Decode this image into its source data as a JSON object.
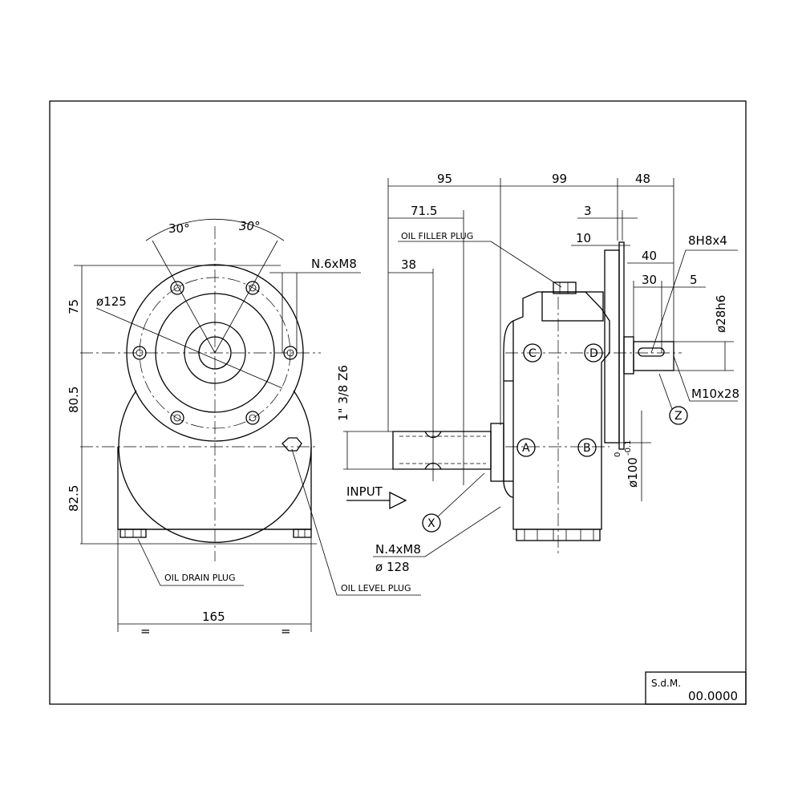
{
  "drawing": {
    "title_block": {
      "code": "S.d.M.",
      "number": "00.0000"
    },
    "front_view": {
      "angle_left": "30°",
      "angle_right": "30°",
      "holes": "N.6xM8",
      "diameter": "ø125",
      "dim_top": "75",
      "dim_middle": "80.5",
      "dim_bottom": "82.5",
      "width": "165",
      "equal_left": "=",
      "equal_right": "=",
      "drain_plug": "OIL DRAIN PLUG",
      "level_plug": "OIL LEVEL PLUG"
    },
    "side_view": {
      "dim_95": "95",
      "dim_99": "99",
      "dim_48": "48",
      "dim_71_5": "71.5",
      "dim_3": "3",
      "dim_10": "10",
      "dim_40": "40",
      "dim_30": "30",
      "dim_5": "5",
      "dim_38": "38",
      "filler_plug": "OIL FILLER PLUG",
      "key": "8H8x4",
      "shaft_diameter": "ø28h6",
      "thread": "M10x28",
      "input_shaft": "1\" 3/8 Z6",
      "input_label": "INPUT",
      "flange_holes": "N.4xM8",
      "flange_diameter": "ø 128",
      "spigot": "ø100",
      "spigot_tol_upper": "0",
      "spigot_tol_lower": "-0.1",
      "pos_a": "A",
      "pos_b": "B",
      "pos_c": "C",
      "pos_d": "D",
      "pos_x": "X",
      "pos_z": "Z"
    }
  }
}
